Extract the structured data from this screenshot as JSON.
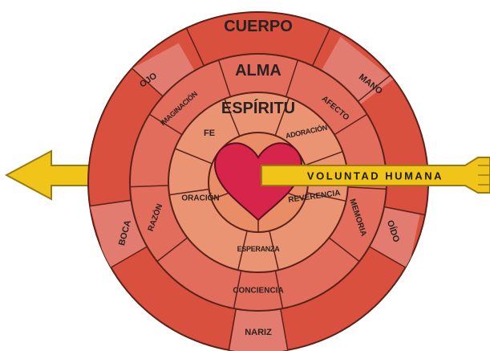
{
  "rings": {
    "outer": "CUERPO",
    "second": "ALMA",
    "third": "ESPÍRITU"
  },
  "outer_labels": {
    "left_top": "OJO",
    "right_top": "MANO",
    "left_bottom": "BOCA",
    "right_bottom": "OÍDO",
    "bottom": "NARIZ"
  },
  "second_labels": {
    "upper_left": "IMAGINACIÓN",
    "upper_right": "AFECTO",
    "lower_left": "RAZÓN",
    "lower_right": "MEMORIA",
    "bottom": "CONCIENCIA"
  },
  "inner_labels": {
    "upper_left": "FE",
    "upper_right": "ADORACIÓN",
    "left": "ORACIÓN",
    "right": "REVERENCIA",
    "bottom": "ESPERANZA"
  },
  "arrow": {
    "label": "VOLUNTAD HUMANA"
  },
  "colors": {
    "outer_ring": "#d9503f",
    "outer_light": "#e27c70",
    "second_ring": "#e36d5d",
    "second_light": "#eea396",
    "third_ring": "#ea9474",
    "third_light": "#f2b696",
    "core": "#e98d66",
    "heart": "#d7244a",
    "arrow": "#f0c419"
  }
}
